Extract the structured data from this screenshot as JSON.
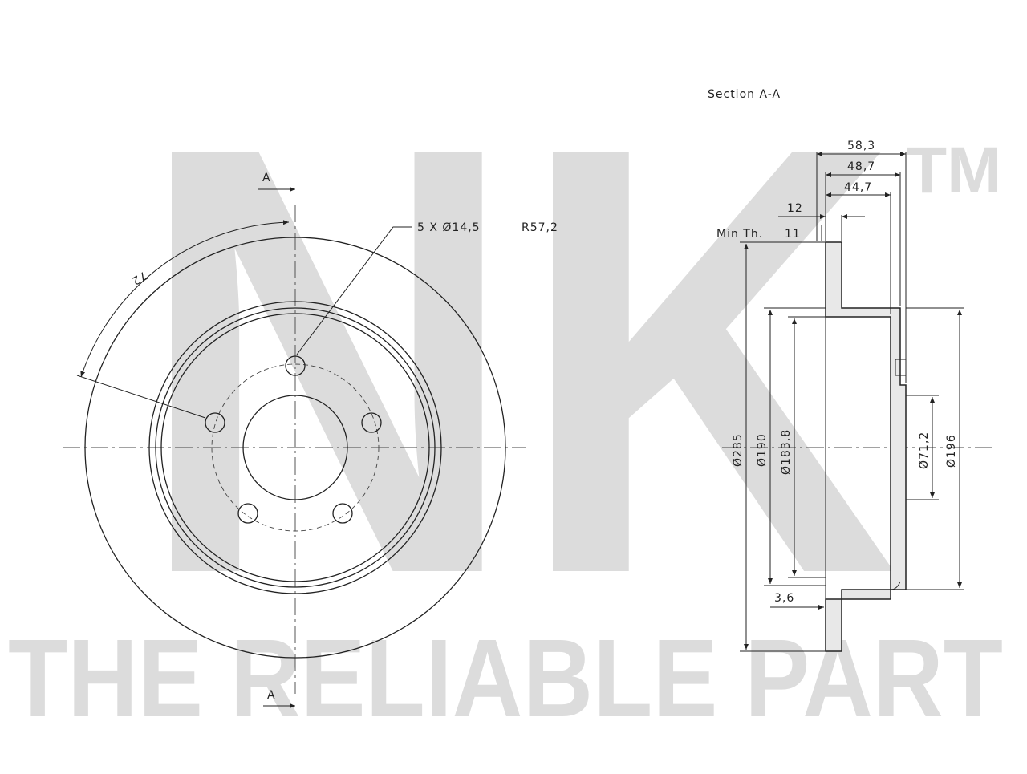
{
  "watermark": {
    "brand_letters": "NK",
    "trademark": "TM",
    "slogan": "THE RELIABLE PART"
  },
  "front_view": {
    "section_marker_top": "A",
    "section_marker_bottom": "A",
    "bolt_callout": "5 X Ø14,5",
    "pitch_radius": "R57,2",
    "angle": "72"
  },
  "section_view": {
    "title": "Section A-A",
    "dim_overall_height": "58,3",
    "dim_height_2": "48,7",
    "dim_height_3": "44,7",
    "dim_thickness": "12",
    "min_thickness_label": "Min Th.",
    "min_thickness_value": "11",
    "dim_outer_diameter": "Ø285",
    "dim_diameter_190": "Ø190",
    "dim_diameter_183": "Ø183,8",
    "dim_center_bore": "Ø71,2",
    "dim_hat_diameter": "Ø196",
    "dim_hat_wall": "3,6"
  }
}
